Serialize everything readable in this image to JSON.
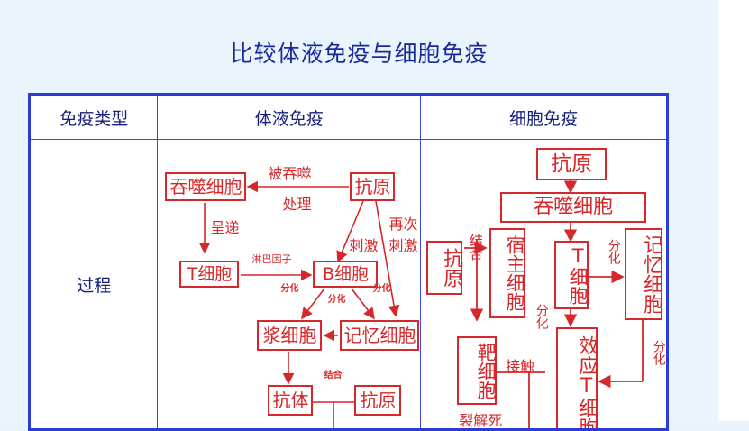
{
  "title": "比较体液免疫与细胞免疫",
  "table": {
    "headers": [
      "免疫类型",
      "体液免疫",
      "细胞免疫"
    ],
    "row_label": "过程"
  },
  "humoral": {
    "nodes": {
      "phagocyte": "吞噬细胞",
      "antigen": "抗原",
      "t_cell": "T细胞",
      "b_cell": "B细胞",
      "plasma_cell": "浆细胞",
      "memory_cell": "记忆细胞",
      "antibody": "抗体",
      "antigen2": "抗原"
    },
    "labels": {
      "engulfed": "被吞噬",
      "process": "处理",
      "present": "呈递",
      "lymphokine": "淋巴因子",
      "stimulate": "刺激",
      "restimulate_1": "再次",
      "restimulate_2": "刺激",
      "differentiate_1": "分化",
      "differentiate_2": "分化",
      "differentiate_3": "分化",
      "bind": "结合"
    }
  },
  "cellular": {
    "nodes": {
      "antigen_top": "抗原",
      "phagocyte": "吞噬细胞",
      "antigen_left": "抗原",
      "host_cell": "宿主细胞",
      "t_cell": "T细胞",
      "memory_cell": "记忆细胞",
      "target_cell": "靶细胞",
      "effector_t": "效应T细胞"
    },
    "labels": {
      "bind": "结合",
      "differentiate_1": "分化",
      "differentiate_2": "分化",
      "differentiate_3": "分化",
      "contact": "接触",
      "lysis": "裂解死"
    }
  }
}
